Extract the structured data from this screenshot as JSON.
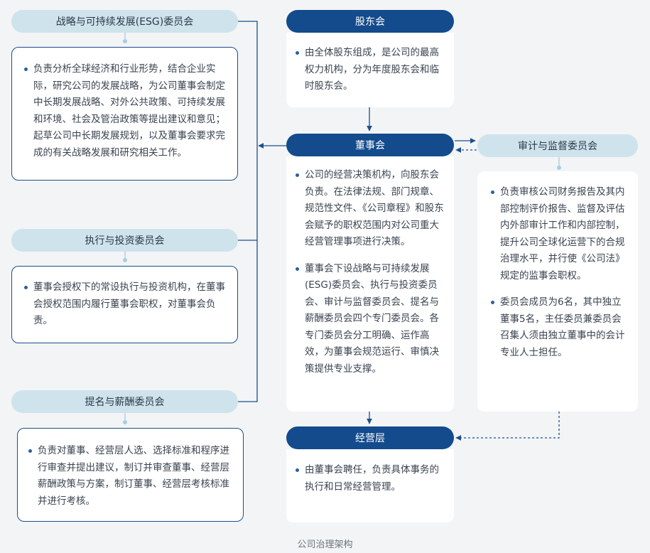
{
  "nodes": {
    "strategy_committee": {
      "title": "战略与可持续发展(ESG)委员会",
      "items": [
        "负责分析全球经济和行业形势，结合企业实际，研究公司的发展战略，为公司董事会制定中长期发展战略、对外公共政策、可持续发展和环境、社会及管治政策等提出建议和意见；起草公司中长期发展规划，以及董事会要求完成的有关战略发展和研究相关工作。"
      ]
    },
    "execution_committee": {
      "title": "执行与投资委员会",
      "items": [
        "董事会授权下的常设执行与投资机构，在董事会授权范围内履行董事会职权，对董事会负责。"
      ]
    },
    "nomination_committee": {
      "title": "提名与薪酬委员会",
      "items": [
        "负责对董事、经营层人选、选择标准和程序进行审查并提出建议，制订并审查董事、经营层薪酬政策与方案，制订董事、经营层考核标准并进行考核。"
      ]
    },
    "shareholders_meeting": {
      "title": "股东会",
      "items": [
        "由全体股东组成，是公司的最高权力机构，分为年度股东会和临时股东会。"
      ]
    },
    "board": {
      "title": "董事会",
      "items": [
        "公司的经营决策机构，向股东会负责。在法律法规、部门规章、规范性文件、《公司章程》和股东会赋予的职权范围内对公司重大经营管理事项进行决策。",
        "董事会下设战略与可持续发展(ESG)委员会、执行与投资委员会、审计与监督委员会、提名与薪酬委员会四个专门委员会。各专门委员会分工明确、运作高效，为董事会规范运行、审慎决策提供专业支撑。"
      ]
    },
    "management": {
      "title": "经营层",
      "items": [
        "由董事会聘任，负责具体事务的执行和日常经营管理。"
      ]
    },
    "audit_committee": {
      "title": "审计与监督委员会",
      "items": [
        "负责审核公司财务报告及其内部控制评价报告、监督及评估内外部审计工作和内部控制，提升公司全球化运营下的合规治理水平，并行使《公司法》规定的监事会职权。",
        "委员会成员为6名，其中独立董事5名，主任委员兼委员会召集人须由独立董事中的会计专业人士担任。"
      ]
    }
  },
  "caption": "公司治理架构",
  "colors": {
    "primary": "#134b8c",
    "light_pill": "#cfe3ec",
    "background": "#f2f4f6"
  }
}
